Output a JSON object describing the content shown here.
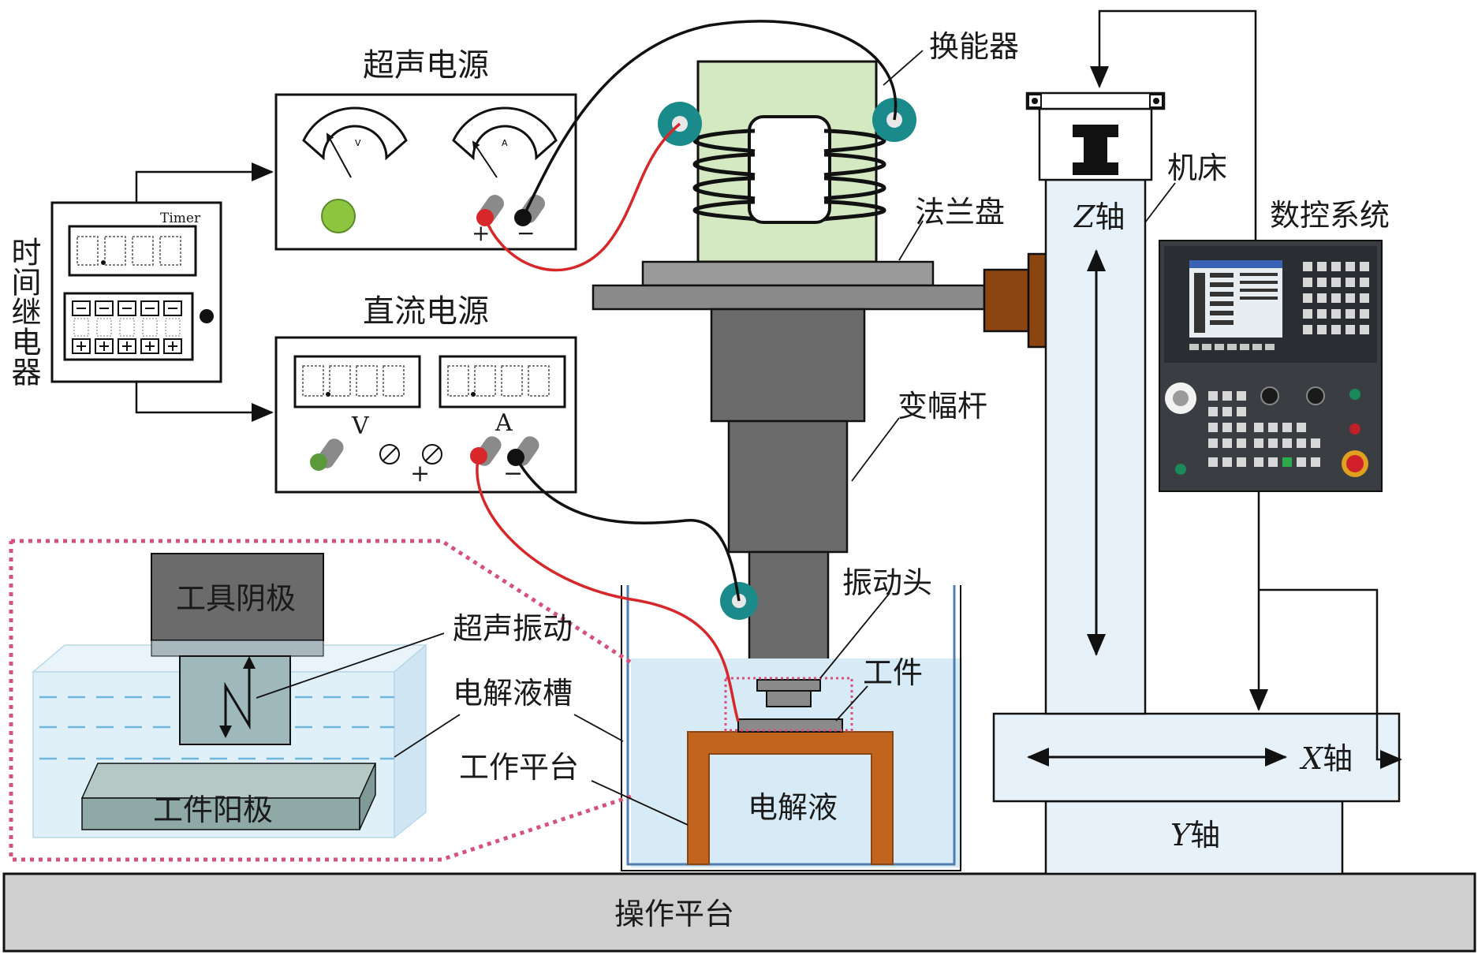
{
  "labels": {
    "relay": "时间继电器",
    "timer": "Timer",
    "ultrasonic_power": "超声电源",
    "dc_power": "直流电源",
    "volt": "V",
    "amp": "A",
    "plus": "+",
    "minus": "−",
    "transducer": "换能器",
    "flange": "法兰盘",
    "horn": "变幅杆",
    "vibration_head": "振动头",
    "workpiece": "工件",
    "electrolyte": "电解液",
    "tank": "电解液槽",
    "work_table": "工作平台",
    "ultrasonic_vibration": "超声振动",
    "tool_cathode": "工具阴极",
    "workpiece_anode": "工件阳极",
    "machine": "机床",
    "cnc": "数控系统",
    "z_axis_var": "Z",
    "x_axis_var": "X",
    "y_axis_var": "Y",
    "axis_suffix": "轴",
    "operating_platform": "操作平台"
  },
  "colors": {
    "red_wire": "#d8272b",
    "black_wire": "#111111",
    "transducer_fill": "#d4e8c2",
    "teal": "#1a8a8a",
    "steel": "#6b6b6b",
    "flange": "#9a9a9a",
    "electrolyte": "#d6ebf5",
    "table_brown": "#c0641e",
    "machine_fill": "#e6f1fa",
    "platform": "#cfcfcf",
    "dotted_pink": "#d6527a",
    "bronze": "#8b4513",
    "lamp_green": "#8cc63f"
  },
  "icons": [
    "voltmeter-gauge-icon",
    "ammeter-gauge-icon",
    "terminal-plug-icon",
    "cnc-panel-icon",
    "arrow-icon"
  ]
}
